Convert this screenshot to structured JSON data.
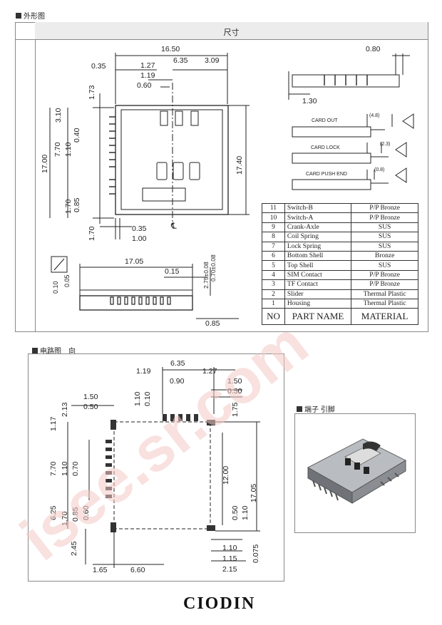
{
  "sections": {
    "outline": "外形图",
    "circuit": "电路图　向",
    "terminal": "端子 引脚"
  },
  "dimension_header": "尺寸",
  "top_view": {
    "width": "16.50",
    "d_035": "0.35",
    "d_127": "1.27",
    "d_635": "6.35",
    "d_309": "3.09",
    "d_119": "1.19",
    "d_060": "0.60",
    "d_173": "1.73",
    "d_310": "3.10",
    "d_770": "7.70",
    "d_110": "1.10",
    "d_040": "0.40",
    "d_1700": "17.00",
    "d_170a": "1.70",
    "d_085": "0.85",
    "d_170b": "1.70",
    "d_1740": "17.40",
    "b_035": "0.35",
    "b_100": "1.00",
    "cl": "℄"
  },
  "side_view": {
    "d_080": "0.80",
    "d_130": "1.30",
    "card_out": "CARD OUT",
    "card_out_val": "(4.8)",
    "card_lock": "CARD LOCK",
    "card_lock_val": "(2.3)",
    "card_push": "CARD PUSH END",
    "card_push_val": "(0.8)"
  },
  "front_view": {
    "d_1705": "17.05",
    "d_015": "0.15",
    "d_070": "0.70±0.08",
    "d_275": "2.75±0.08",
    "d_010": "0.10",
    "d_005": "0.05",
    "d_085": "0.85"
  },
  "parts": {
    "headers": [
      "NO",
      "PART NAME",
      "MATERIAL"
    ],
    "rows": [
      [
        "11",
        "Switch-B",
        "P/P Bronze"
      ],
      [
        "10",
        "Switch-A",
        "P/P Bronze"
      ],
      [
        "9",
        "Crank-Axle",
        "SUS"
      ],
      [
        "8",
        "Coil Spring",
        "SUS"
      ],
      [
        "7",
        "Lock Spring",
        "SUS"
      ],
      [
        "6",
        "Bottom Shell",
        "Bronze"
      ],
      [
        "5",
        "Top Shell",
        "SUS"
      ],
      [
        "4",
        "SIM Contact",
        "P/P Bronze"
      ],
      [
        "3",
        "TF Contact",
        "P/P Bronze"
      ],
      [
        "2",
        "Slider",
        "Thermal Plastic"
      ],
      [
        "1",
        "Housing",
        "Thermal Plastic"
      ]
    ]
  },
  "pcb": {
    "d_635": "6.35",
    "d_119": "1.19",
    "d_127": "1.27",
    "d_090": "0.90",
    "d_150r": "1.50",
    "d_050r": "0.50",
    "d_175": "1.75",
    "d_150l": "1.50",
    "d_050l": "0.50",
    "d_213": "2.13",
    "d_117": "1.17",
    "d_110t": "1.10",
    "d_010": "0.10",
    "d_770": "7.70",
    "d_110l": "1.10",
    "d_070": "0.70",
    "d_625": "6.25",
    "d_170": "1.70",
    "d_085": "0.85",
    "d_060": "0.60",
    "d_1200": "12.00",
    "d_1705": "17.05",
    "d_050b": "0.50",
    "d_110b": "1.10",
    "d_245": "2.45",
    "d_165": "1.65",
    "d_660": "6.60",
    "d_110r": "1.10",
    "d_115": "1.15",
    "d_215": "2.15",
    "d_0075": "0.075"
  },
  "brand": "CIODIN",
  "watermark": "isee.sr.com"
}
